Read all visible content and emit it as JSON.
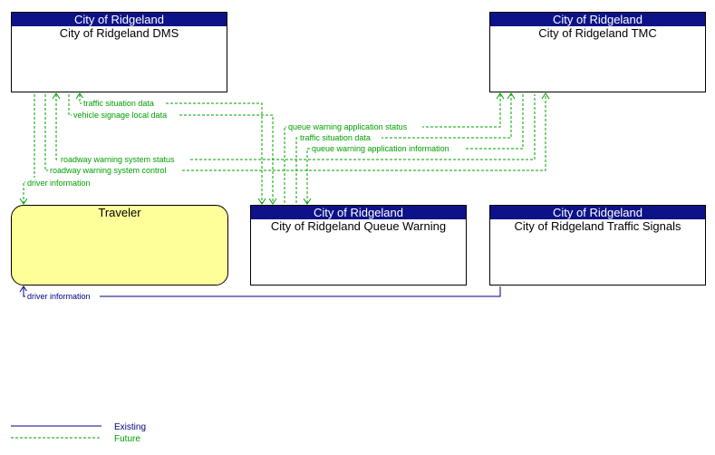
{
  "elements": {
    "dms": {
      "owner": "City of Ridgeland",
      "name": "City of Ridgeland DMS"
    },
    "tmc": {
      "owner": "City of Ridgeland",
      "name": "City of Ridgeland TMC"
    },
    "traveler": {
      "name": "Traveler"
    },
    "queue": {
      "owner": "City of Ridgeland",
      "name": "City of Ridgeland Queue Warning"
    },
    "signals": {
      "owner": "City of Ridgeland",
      "name": "City of Ridgeland Traffic Signals"
    }
  },
  "flows": {
    "traffic_situation_data_1": "traffic situation data",
    "vehicle_signage_local_data": "vehicle signage local data",
    "queue_warning_application_status": "queue warning application status",
    "traffic_situation_data_2": "traffic situation data",
    "queue_warning_application_information": "queue warning application information",
    "roadway_warning_system_status": "roadway warning system status",
    "roadway_warning_system_control": "roadway warning system control",
    "driver_information_future": "driver information",
    "driver_information_existing": "driver information"
  },
  "legend": {
    "existing": "Existing",
    "future": "Future"
  },
  "colors": {
    "existing": "#000080",
    "future": "#00a000",
    "header": "#0e1288",
    "traveler": "#ffff99"
  }
}
